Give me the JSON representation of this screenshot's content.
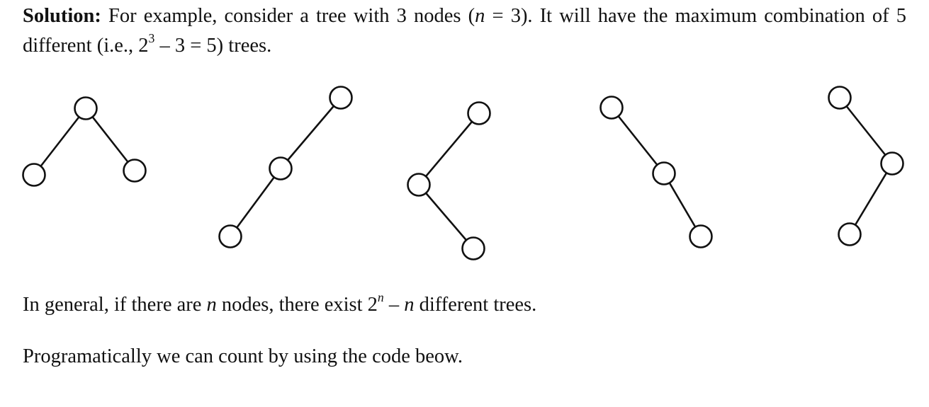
{
  "paragraph1": {
    "label": "Solution:",
    "t1": " For example, consider a tree with 3 nodes (",
    "n": "n",
    "t2": " = 3). It will have the maximum combination of 5 different (i.e., 2",
    "exp": "3",
    "t3": " – 3 = 5) trees."
  },
  "paragraph2": {
    "t1": "In general, if there are ",
    "n1": "n",
    "t2": " nodes, there exist 2",
    "exp": "n",
    "t3": " – ",
    "n2": "n",
    "t4": " different trees."
  },
  "paragraph3": {
    "text": "Programatically we can count by using the code beow."
  }
}
